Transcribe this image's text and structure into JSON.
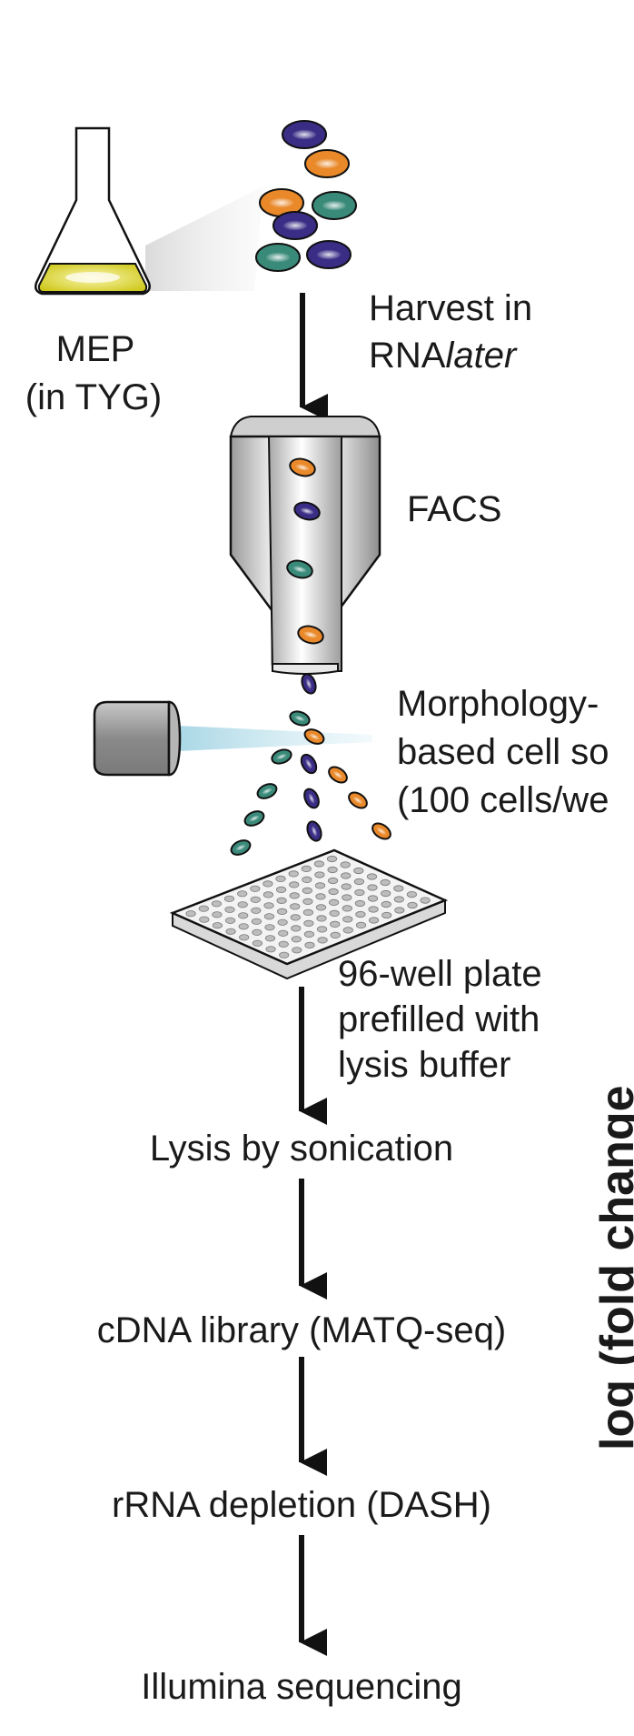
{
  "culture": {
    "line1": "MEP",
    "line2": "(in TYG)"
  },
  "harvest": {
    "line1": "Harvest in",
    "line2_prefix": "RNA",
    "line2_italic": "later"
  },
  "facs": {
    "label": "FACS"
  },
  "sorting": {
    "line1": "Morphology-",
    "line2": "based cell so",
    "line3": "(100 cells/we"
  },
  "plate": {
    "line1": "96-well plate",
    "line2": "prefilled with",
    "line3": "lysis buffer"
  },
  "steps": {
    "lysis": "Lysis by sonication",
    "cdna": "cDNA library (MATQ-seq)",
    "rrna": "rRNA depletion (DASH)",
    "sequencing": "Illumina sequencing"
  },
  "side_axis": {
    "text": "log (fold change"
  },
  "colors": {
    "purple": "#3a2d86",
    "orange": "#e9892a",
    "teal": "#3a8a7a",
    "medium_yellow": "#d8d52a",
    "laser": "#bfe3ee",
    "arrow": "#111111"
  }
}
